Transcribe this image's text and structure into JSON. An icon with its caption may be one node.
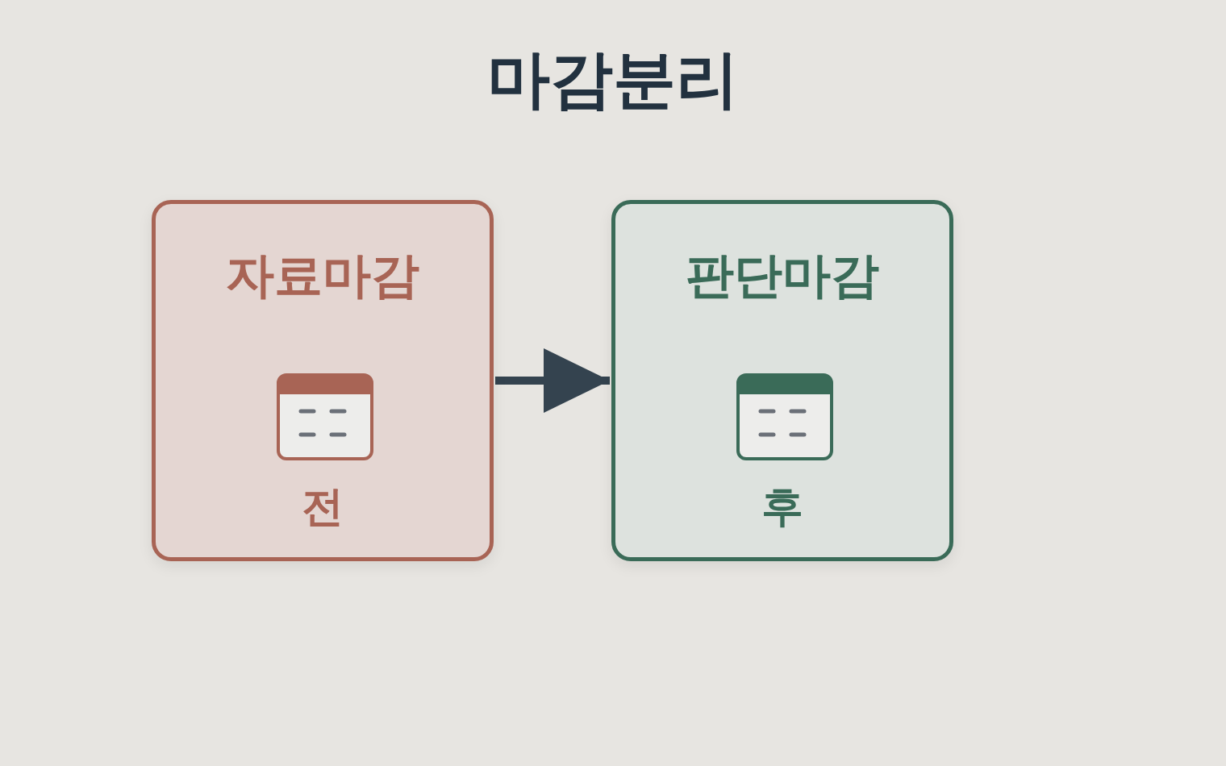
{
  "diagram": {
    "title": "마감분리",
    "nodes": [
      {
        "text": [
          "자료마감",
          "전"
        ]
      },
      {
        "text": [
          "판단마감",
          "후"
        ]
      }
    ],
    "edges": [
      {
        "from": 0,
        "to": 1,
        "arrow": "to"
      }
    ]
  }
}
